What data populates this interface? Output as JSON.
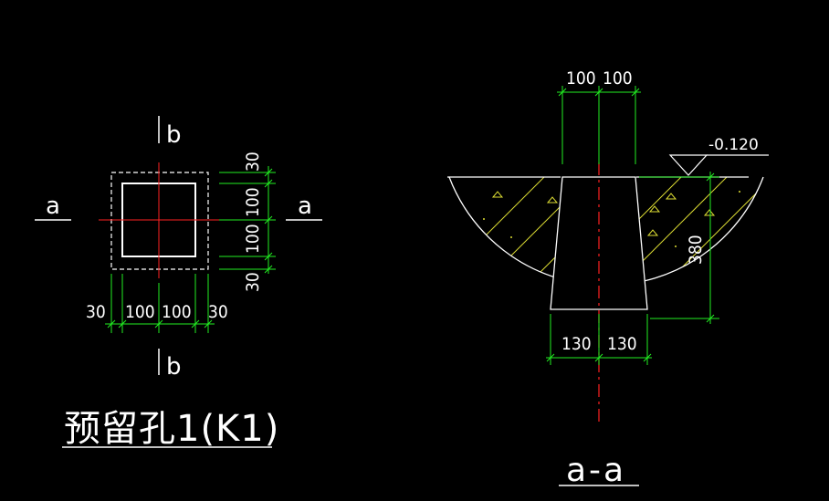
{
  "colors": {
    "background": "#000000",
    "outline": "#ffffff",
    "dimension": "#22ee22",
    "center_line": "#ff2222",
    "hatch": "#dddd33",
    "text": "#ffffff"
  },
  "plan_view": {
    "section_mark_top": "b",
    "section_mark_bottom": "b",
    "section_mark_left": "a",
    "section_mark_right": "a",
    "dims_horizontal": [
      "30",
      "100",
      "100",
      "30"
    ],
    "dims_vertical": [
      "30",
      "100",
      "100",
      "30"
    ],
    "caption": "预留孔1(K1)"
  },
  "section_view": {
    "top_dims": [
      "100",
      "100"
    ],
    "elevation_label": "-0.120",
    "depth_dim": "380",
    "bottom_dims": [
      "130",
      "130"
    ],
    "caption": "a-a"
  }
}
